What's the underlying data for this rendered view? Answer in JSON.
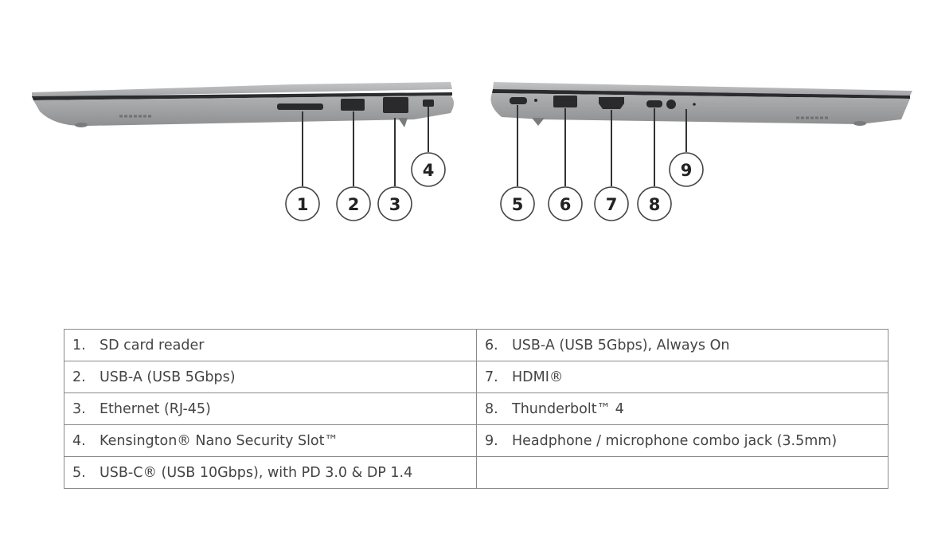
{
  "callouts": [
    "1",
    "2",
    "3",
    "4",
    "5",
    "6",
    "7",
    "8",
    "9"
  ],
  "ports": [
    {
      "num": "1.",
      "label": "SD card reader"
    },
    {
      "num": "2.",
      "label": "USB-A (USB 5Gbps)"
    },
    {
      "num": "3.",
      "label": "Ethernet (RJ-45)"
    },
    {
      "num": "4.",
      "label": "Kensington® Nano Security Slot™"
    },
    {
      "num": "5.",
      "label": "USB-C® (USB 10Gbps), with PD 3.0 & DP 1.4"
    },
    {
      "num": "6.",
      "label": "USB-A (USB 5Gbps), Always On"
    },
    {
      "num": "7.",
      "label": "HDMI®"
    },
    {
      "num": "8.",
      "label": "Thunderbolt™ 4"
    },
    {
      "num": "9.",
      "label": "Headphone / microphone combo jack (3.5mm)"
    }
  ],
  "colors": {
    "chassis": "#a9aaac",
    "text": "#444444",
    "border": "#8a8a8a"
  }
}
